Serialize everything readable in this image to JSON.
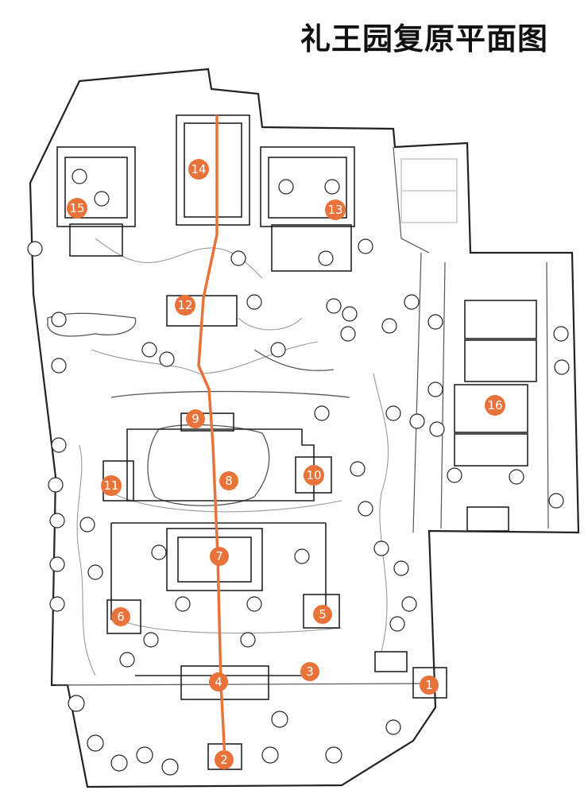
{
  "title": "礼王园复原平面图",
  "colors": {
    "route": "#e8733a",
    "marker_fill": "#e8733a",
    "marker_text": "#ffffff",
    "line": "#222222",
    "faint_line": "#8a8a8a"
  },
  "markers": [
    {
      "id": "1",
      "label": "1"
    },
    {
      "id": "2",
      "label": "2"
    },
    {
      "id": "3",
      "label": "3"
    },
    {
      "id": "4",
      "label": "4"
    },
    {
      "id": "5",
      "label": "5"
    },
    {
      "id": "6",
      "label": "6"
    },
    {
      "id": "7",
      "label": "7"
    },
    {
      "id": "8",
      "label": "8"
    },
    {
      "id": "9",
      "label": "9"
    },
    {
      "id": "10",
      "label": "10"
    },
    {
      "id": "11",
      "label": "11"
    },
    {
      "id": "12",
      "label": "12"
    },
    {
      "id": "13",
      "label": "13"
    },
    {
      "id": "14",
      "label": "14"
    },
    {
      "id": "15",
      "label": "15"
    },
    {
      "id": "16",
      "label": "16"
    }
  ]
}
